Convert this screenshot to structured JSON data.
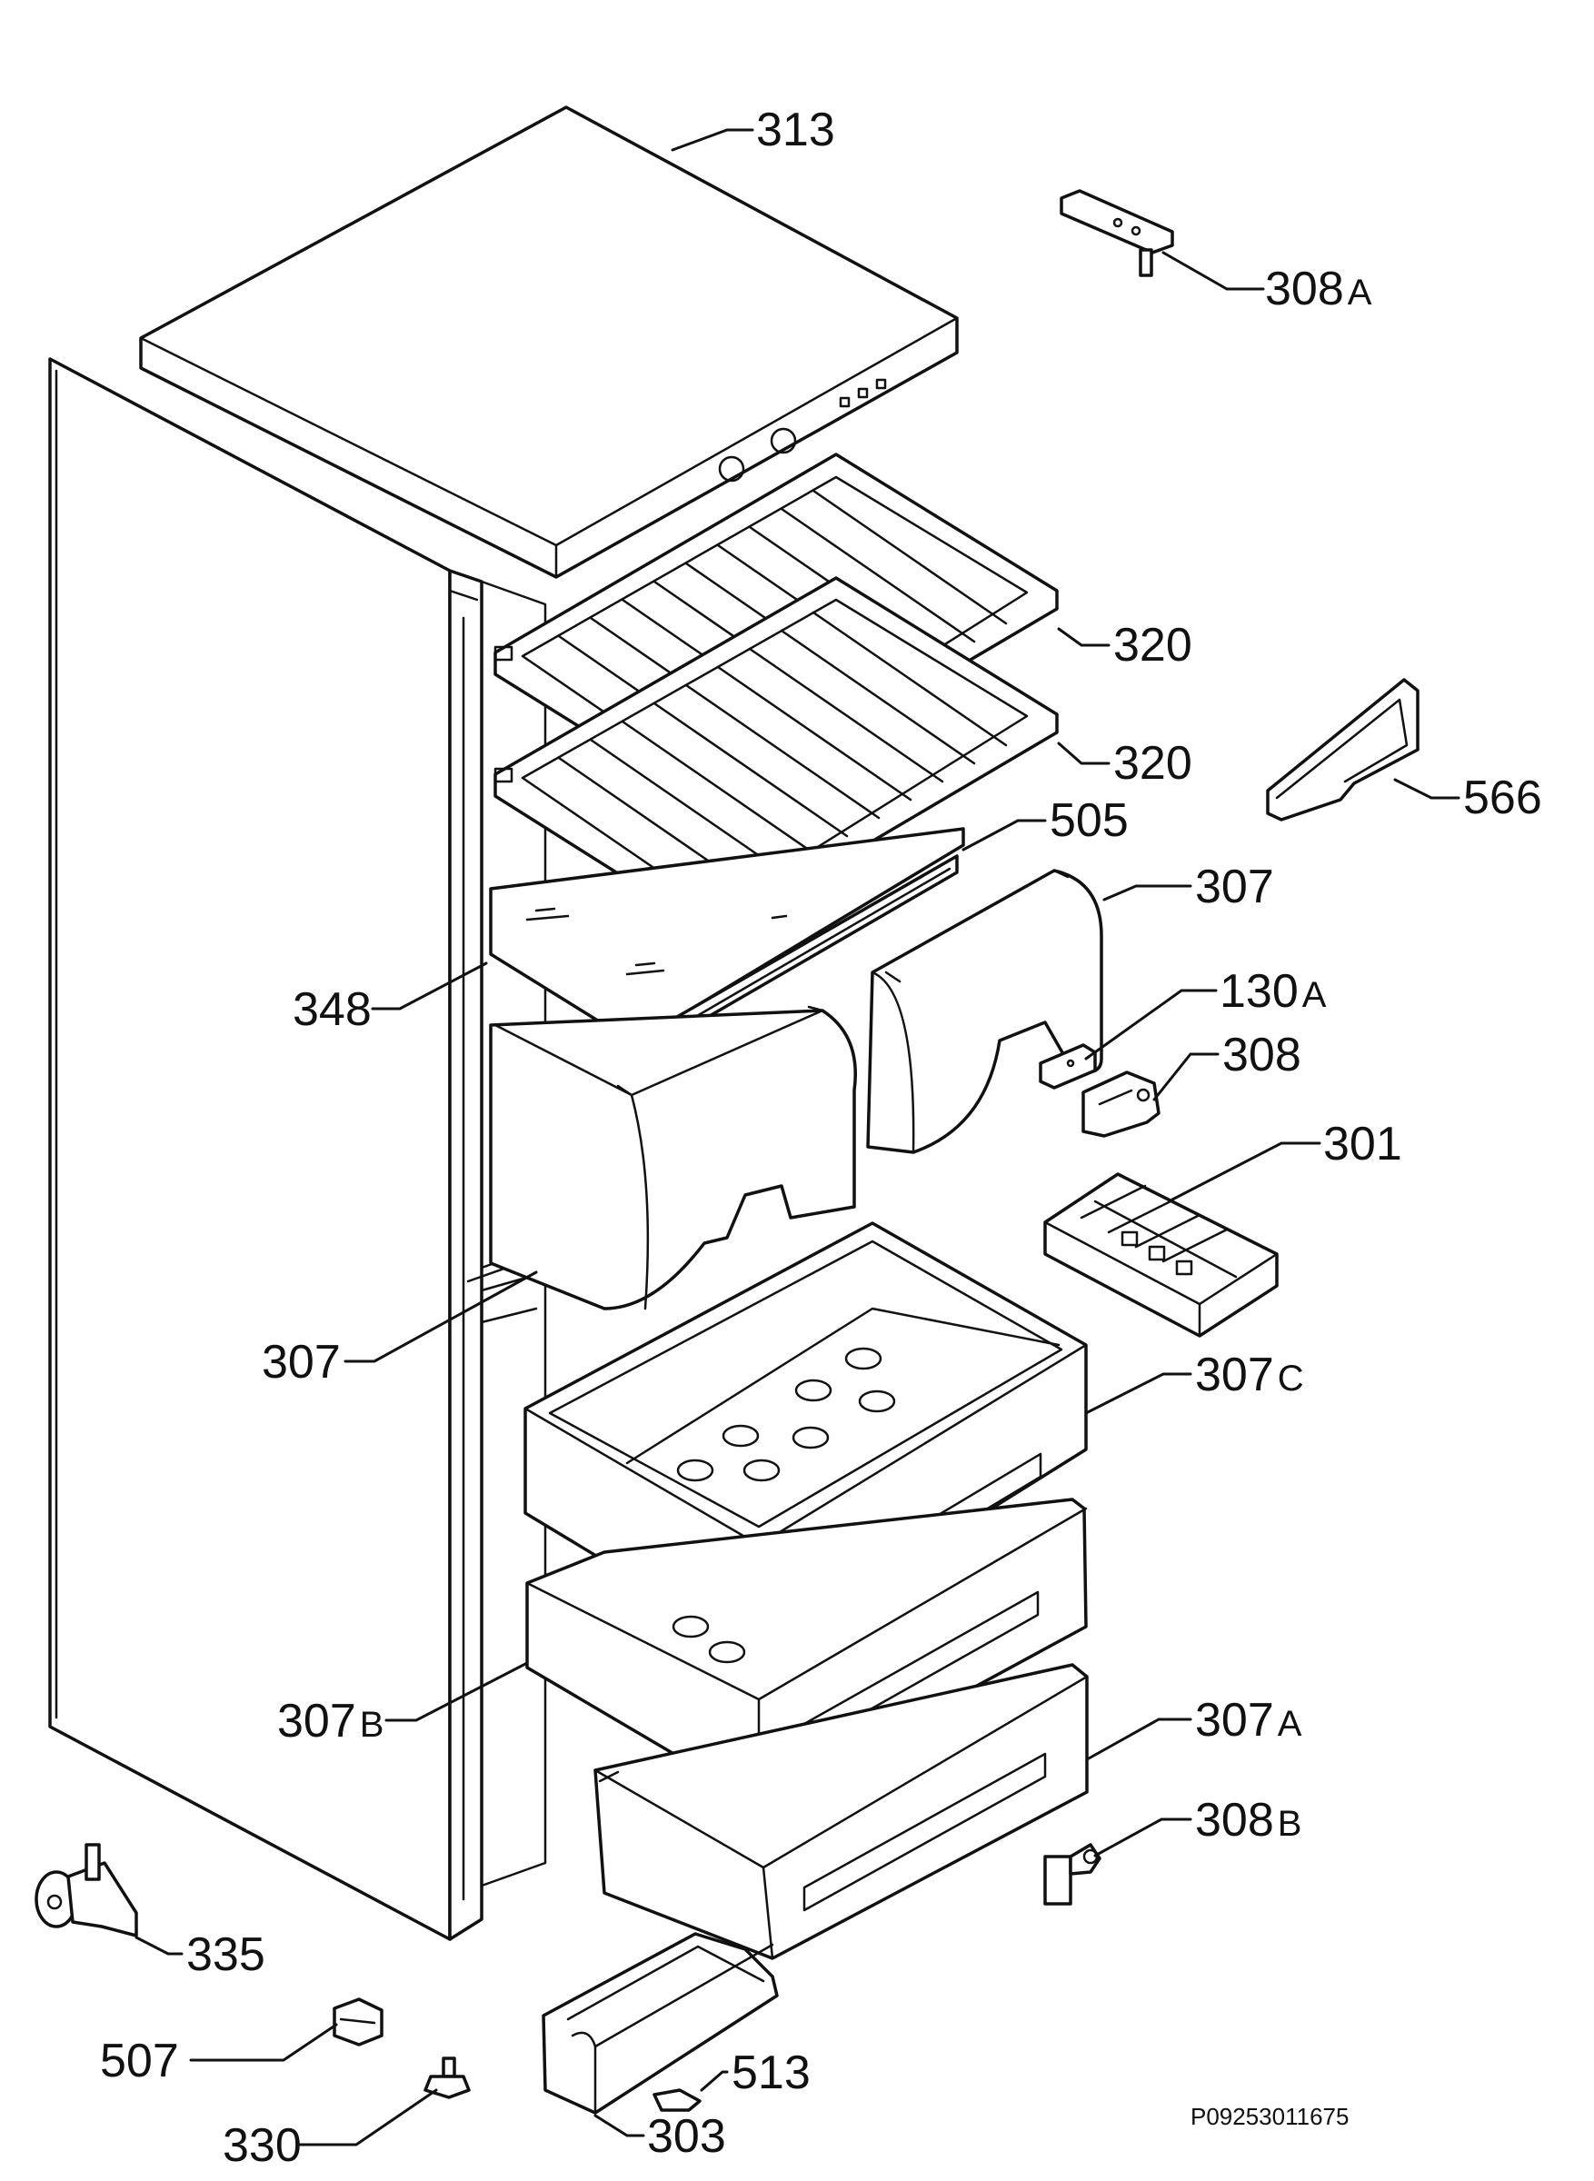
{
  "labels": [
    {
      "key": "313",
      "number": "313",
      "suffix": ""
    },
    {
      "key": "308a",
      "number": "308",
      "suffix": "A"
    },
    {
      "key": "320-upper",
      "number": "320",
      "suffix": ""
    },
    {
      "key": "320-lower",
      "number": "320",
      "suffix": ""
    },
    {
      "key": "566",
      "number": "566",
      "suffix": ""
    },
    {
      "key": "505",
      "number": "505",
      "suffix": ""
    },
    {
      "key": "307-upper-right",
      "number": "307",
      "suffix": ""
    },
    {
      "key": "130a",
      "number": "130",
      "suffix": "A"
    },
    {
      "key": "348",
      "number": "348",
      "suffix": ""
    },
    {
      "key": "308",
      "number": "308",
      "suffix": ""
    },
    {
      "key": "301",
      "number": "301",
      "suffix": ""
    },
    {
      "key": "307-left",
      "number": "307",
      "suffix": ""
    },
    {
      "key": "307c",
      "number": "307",
      "suffix": "C"
    },
    {
      "key": "307b",
      "number": "307",
      "suffix": "B"
    },
    {
      "key": "307a",
      "number": "307",
      "suffix": "A"
    },
    {
      "key": "308b",
      "number": "308",
      "suffix": "B"
    },
    {
      "key": "335",
      "number": "335",
      "suffix": ""
    },
    {
      "key": "507",
      "number": "507",
      "suffix": ""
    },
    {
      "key": "513",
      "number": "513",
      "suffix": ""
    },
    {
      "key": "330",
      "number": "330",
      "suffix": ""
    },
    {
      "key": "303",
      "number": "303",
      "suffix": ""
    }
  ],
  "drawing_code": "P09253011675"
}
